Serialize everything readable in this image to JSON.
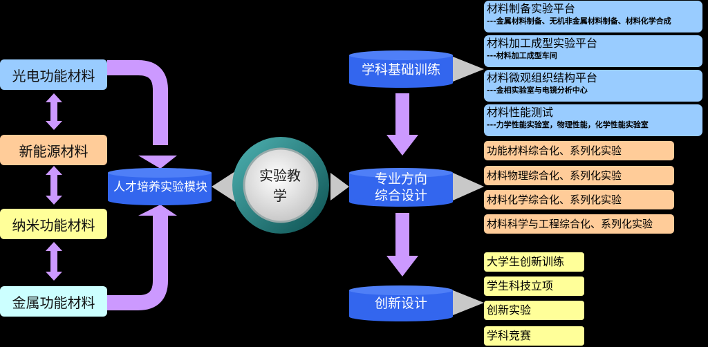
{
  "left_materials": [
    {
      "label": "光电功能材料",
      "color": "#99ccff"
    },
    {
      "label": "新能源材料",
      "color": "#ffcc99"
    },
    {
      "label": "纳米功能材料",
      "color": "#ffff99"
    },
    {
      "label": "金属功能材料",
      "color": "#ccffff"
    }
  ],
  "module": "人才培养实验模块",
  "center": "实验教学",
  "stages": [
    "学科基础训练",
    "专业方向\n综合设计",
    "创新设计"
  ],
  "platforms": [
    {
      "title": "材料制备实验平台",
      "sub": "---金属材料制备、无机非金属材料制备、材料化学合成"
    },
    {
      "title": "材料加工成型实验平台",
      "sub": "---材料加工成型车间"
    },
    {
      "title": "材料微观组织结构平台",
      "sub": "---金相实验室与电镜分析中心"
    },
    {
      "title": "材料性能测试",
      "sub": "---力学性能实验室，物理性能，化学性能实验室"
    }
  ],
  "comprehensive": [
    "功能材料综合化、系列化实验",
    "材料物理综合化、系列化实验",
    "材料化学综合化、系列化实验",
    "材料科学与工程综合化、系列化实验"
  ],
  "innovation": [
    "大学生创新训练",
    "学生科技立项",
    "创新实验",
    "学科竞赛"
  ],
  "colors": {
    "arrow": "#cc99ff",
    "cylinder": "#3366ee",
    "ring": "#1a8080"
  }
}
